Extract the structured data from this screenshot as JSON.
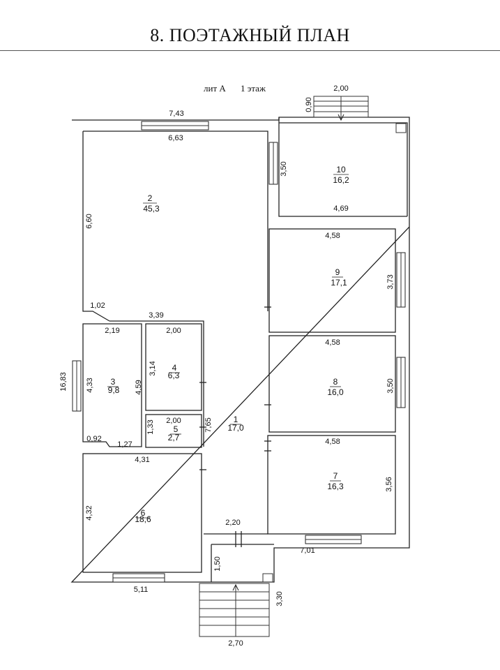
{
  "header": {
    "title": "8. ПОЭТАЖНЫЙ ПЛАН"
  },
  "plan": {
    "caption_lit": "лит А",
    "caption_floor": "1 этаж"
  },
  "rooms": [
    {
      "id": "1",
      "number": "1",
      "area": "17,0"
    },
    {
      "id": "2",
      "number": "2",
      "area": "45,3"
    },
    {
      "id": "3",
      "number": "3",
      "area": "9,8"
    },
    {
      "id": "4",
      "number": "4",
      "area": "6,3"
    },
    {
      "id": "5",
      "number": "5",
      "area": "2,7"
    },
    {
      "id": "6",
      "number": "6",
      "area": "18,6"
    },
    {
      "id": "7",
      "number": "7",
      "area": "16,3"
    },
    {
      "id": "8",
      "number": "8",
      "area": "16,0"
    },
    {
      "id": "9",
      "number": "9",
      "area": "17,1"
    },
    {
      "id": "10",
      "number": "10",
      "area": "16,2"
    }
  ],
  "dimensions": {
    "top_outer": "7,43",
    "top_inner": "6,63",
    "porch_top_width": "2,00",
    "porch_top_depth": "0,90",
    "r10_height": "3,50",
    "r10_width": "4,69",
    "r2_height": "6,60",
    "r2_step": "1,02",
    "r2_bottom": "3,39",
    "r9_width": "4,58",
    "r9_height": "3,73",
    "r8_width": "4,58",
    "r8_height": "3,50",
    "r7_width": "4,58",
    "r7_height": "3,56",
    "r3_width": "2,19",
    "r3_height": "4,33",
    "r3_right": "4,59",
    "r3_bottom_a": "0,92",
    "r3_bottom_b": "1,27",
    "r4_width": "2,00",
    "r4_height": "3,14",
    "r5_width": "2,00",
    "r5_height": "1,33",
    "corridor_length": "7,65",
    "corridor_width": "2,20",
    "r6_width": "4,31",
    "r6_height": "4,32",
    "left_total": "16,83",
    "bottom_left": "5,11",
    "bottom_right": "7,01",
    "vestibule_depth": "1,50",
    "porch_bottom_depth": "3,30",
    "porch_bottom_width": "2,70"
  }
}
